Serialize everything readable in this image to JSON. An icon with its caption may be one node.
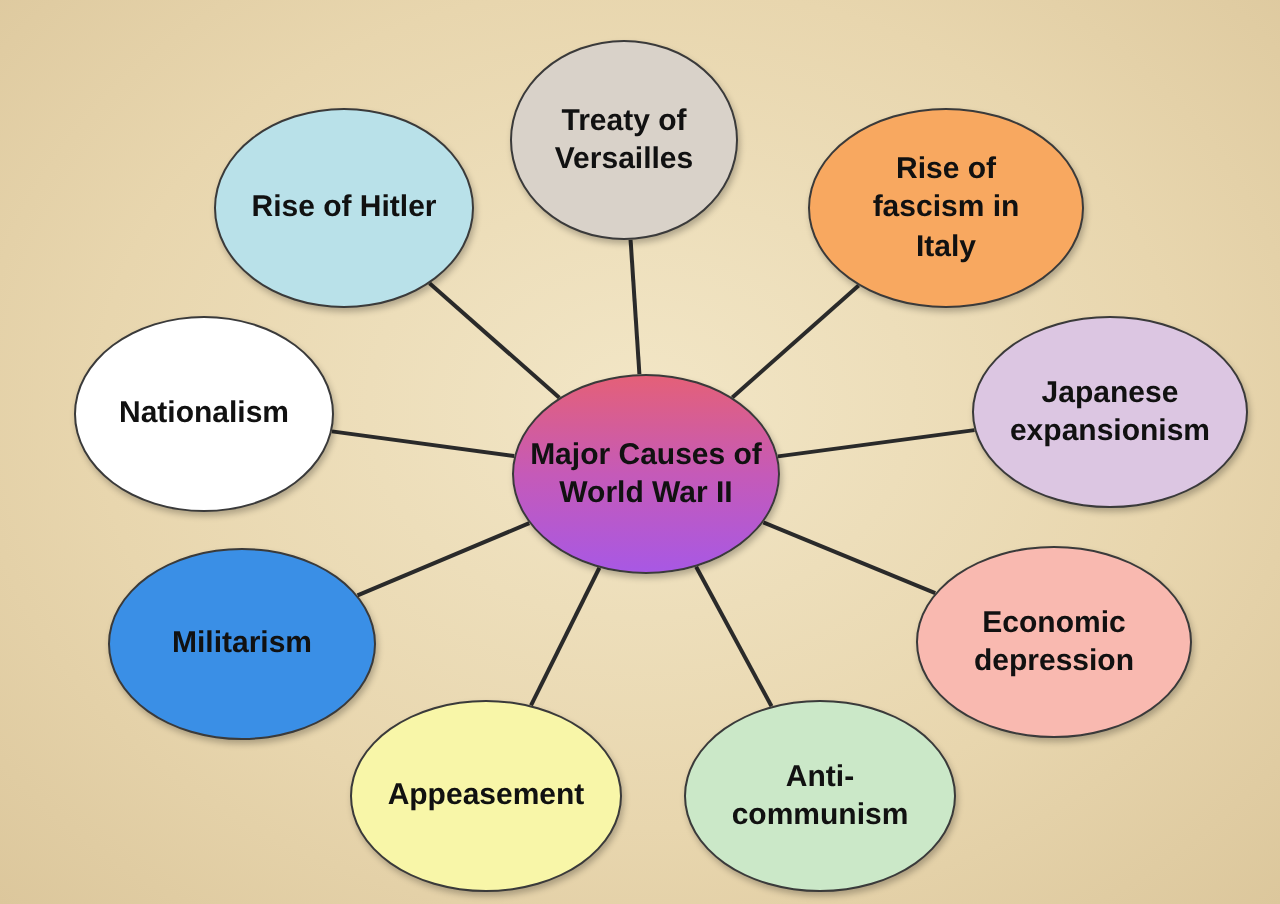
{
  "diagram": {
    "nodes": [
      {
        "text": [
          "Major Causes of World War II"
        ]
      },
      {
        "text": [
          "Treaty of Versailles"
        ]
      },
      {
        "text": [
          "Rise of fascism in Italy"
        ]
      },
      {
        "text": [
          "Japanese expansionism"
        ]
      },
      {
        "text": [
          "Economic depression"
        ]
      },
      {
        "text": [
          "Anti-communism"
        ]
      },
      {
        "text": [
          "Appeasement"
        ]
      },
      {
        "text": [
          "Militarism"
        ]
      },
      {
        "text": [
          "Nationalism"
        ]
      },
      {
        "text": [
          "Rise of Hitler"
        ]
      }
    ],
    "edges": [
      {
        "from": 0,
        "to": 1,
        "arrow": "none"
      },
      {
        "from": 0,
        "to": 2,
        "arrow": "none"
      },
      {
        "from": 0,
        "to": 3,
        "arrow": "none"
      },
      {
        "from": 0,
        "to": 4,
        "arrow": "none"
      },
      {
        "from": 0,
        "to": 5,
        "arrow": "none"
      },
      {
        "from": 0,
        "to": 6,
        "arrow": "none"
      },
      {
        "from": 0,
        "to": 7,
        "arrow": "none"
      },
      {
        "from": 0,
        "to": 8,
        "arrow": "none"
      },
      {
        "from": 0,
        "to": 9,
        "arrow": "none"
      }
    ]
  }
}
